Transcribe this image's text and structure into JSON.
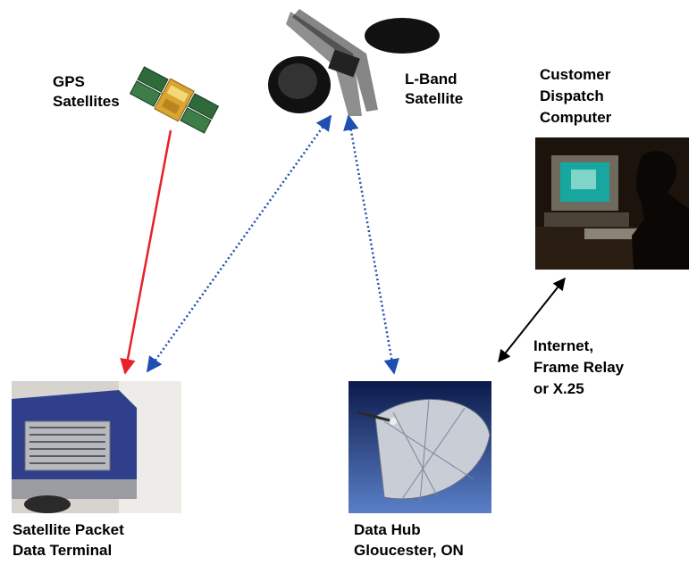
{
  "nodes": {
    "gps": {
      "label_line1": "GPS",
      "label_line2": "Satellites"
    },
    "lband": {
      "label_line1": "L-Band",
      "label_line2": "Satellite"
    },
    "customer": {
      "label_line1": "Customer",
      "label_line2": "Dispatch",
      "label_line3": "Computer"
    },
    "terminal": {
      "label_line1": "Satellite Packet",
      "label_line2": "Data Terminal"
    },
    "hub": {
      "label_line1": "Data Hub",
      "label_line2": "Gloucester, ON"
    }
  },
  "links": {
    "network": {
      "label_line1": "Internet,",
      "label_line2": "Frame Relay",
      "label_line3": "or X.25"
    }
  },
  "colors": {
    "gps_link": "#e8202a",
    "satellite_link": "#1f4fb0",
    "network_link": "#000000"
  }
}
